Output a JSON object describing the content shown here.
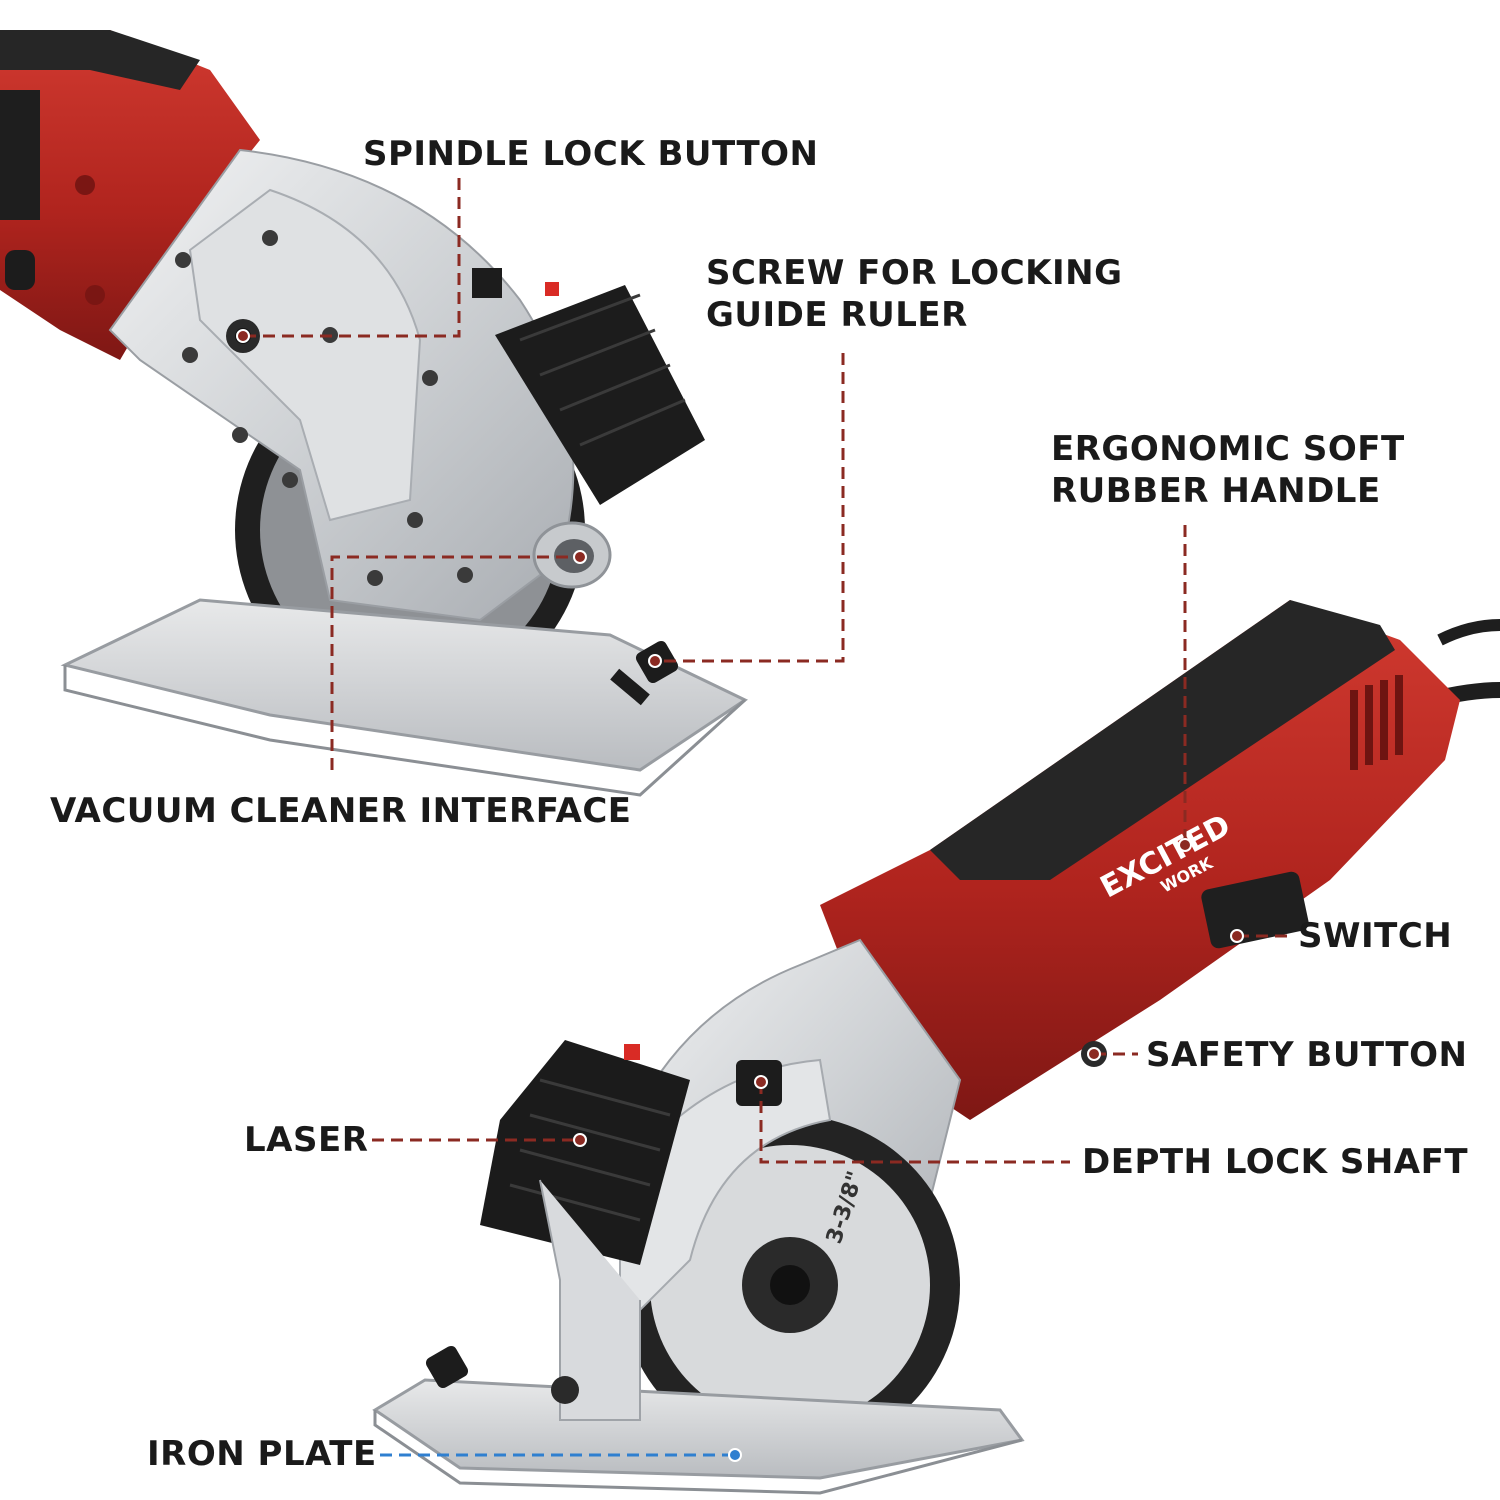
{
  "labels": {
    "spindle_lock_button": "SPINDLE LOCK BUTTON",
    "screw_locking_line1": "SCREW FOR LOCKING",
    "screw_locking_line2": "GUIDE RULER",
    "vacuum_cleaner_interface": "VACUUM CLEANER INTERFACE",
    "ergonomic_line1": "ERGONOMIC SOFT",
    "ergonomic_line2": "RUBBER HANDLE",
    "switch": "SWITCH",
    "safety_button": "SAFETY BUTTON",
    "laser": "LASER",
    "depth_lock_shaft": "DEPTH LOCK SHAFT",
    "iron_plate": "IRON PLATE"
  },
  "brand": {
    "line1": "EXCITED",
    "line2": "WORK"
  },
  "blade_marking": "3-3/8\"",
  "colors": {
    "body_red": "#b8251f",
    "rubber_black": "#242424",
    "metal_silver": "#d4d6d9",
    "leader_red": "#8b2a22",
    "leader_blue": "#2f7fd0"
  }
}
